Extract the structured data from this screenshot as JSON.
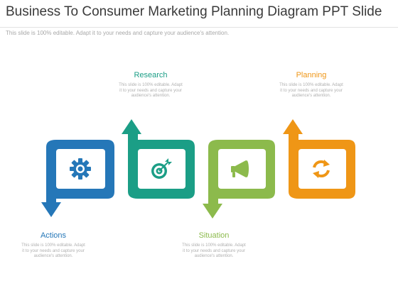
{
  "slide": {
    "title": "Business To Consumer Marketing Planning Diagram PPT Slide",
    "subtitle": "This slide is 100% editable. Adapt it to your needs and capture your audience's attention."
  },
  "colors": {
    "blue": "#2577b8",
    "teal": "#1b9e86",
    "green": "#8cba4c",
    "orange": "#ef9616"
  },
  "steps": [
    {
      "label": "Actions",
      "text": "This slide is 100% editable. Adapt it to your needs and capture your audience's attention.",
      "icon": "gear-icon",
      "color": "#2577b8"
    },
    {
      "label": "Research",
      "text": "This slide is 100% editable. Adapt it to your needs and capture your audience's attention.",
      "icon": "target-icon",
      "color": "#1b9e86"
    },
    {
      "label": "Situation",
      "text": "This slide is 100% editable. Adapt it to your needs and capture your audience's attention.",
      "icon": "megaphone-icon",
      "color": "#8cba4c"
    },
    {
      "label": "Planning",
      "text": "This slide is 100% editable. Adapt it to your needs and capture your audience's attention.",
      "icon": "refresh-icon",
      "color": "#ef9616"
    }
  ]
}
